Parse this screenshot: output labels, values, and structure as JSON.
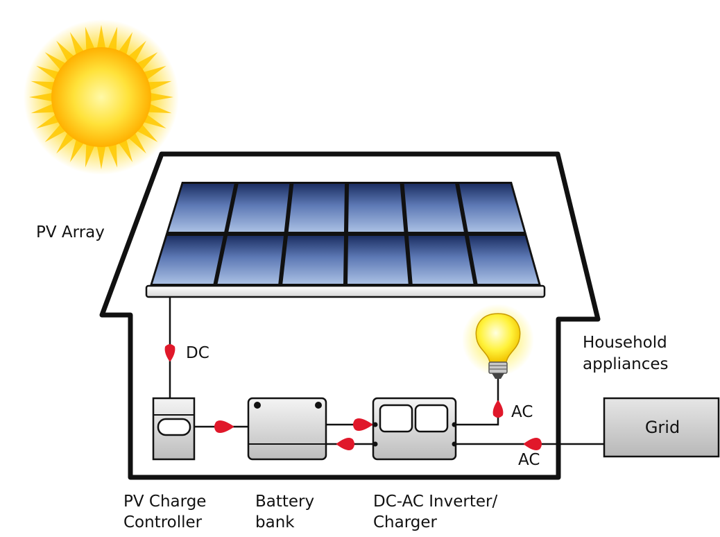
{
  "labels": {
    "pv_array": "PV Array",
    "dc": "DC",
    "ac_lamp": "AC",
    "ac_grid": "AC",
    "household_line1": "Household",
    "household_line2": "appliances",
    "grid": "Grid",
    "charge_controller_line1": "PV Charge",
    "charge_controller_line2": "Controller",
    "battery_line1": "Battery",
    "battery_line2": "bank",
    "inverter_line1": "DC-AC Inverter/",
    "inverter_line2": "Charger"
  },
  "colors": {
    "outline": "#111111",
    "arrow": "#e0182a",
    "panel_dark": "#1c2f63",
    "panel_light": "#9fb6dc",
    "sun_core": "#ffe23a",
    "sun_glow": "#ffb000",
    "bulb": "#fff23a",
    "device_fill": "#cfcfcf"
  },
  "icons": {
    "sun": "sun-icon",
    "bulb": "light-bulb-icon"
  }
}
